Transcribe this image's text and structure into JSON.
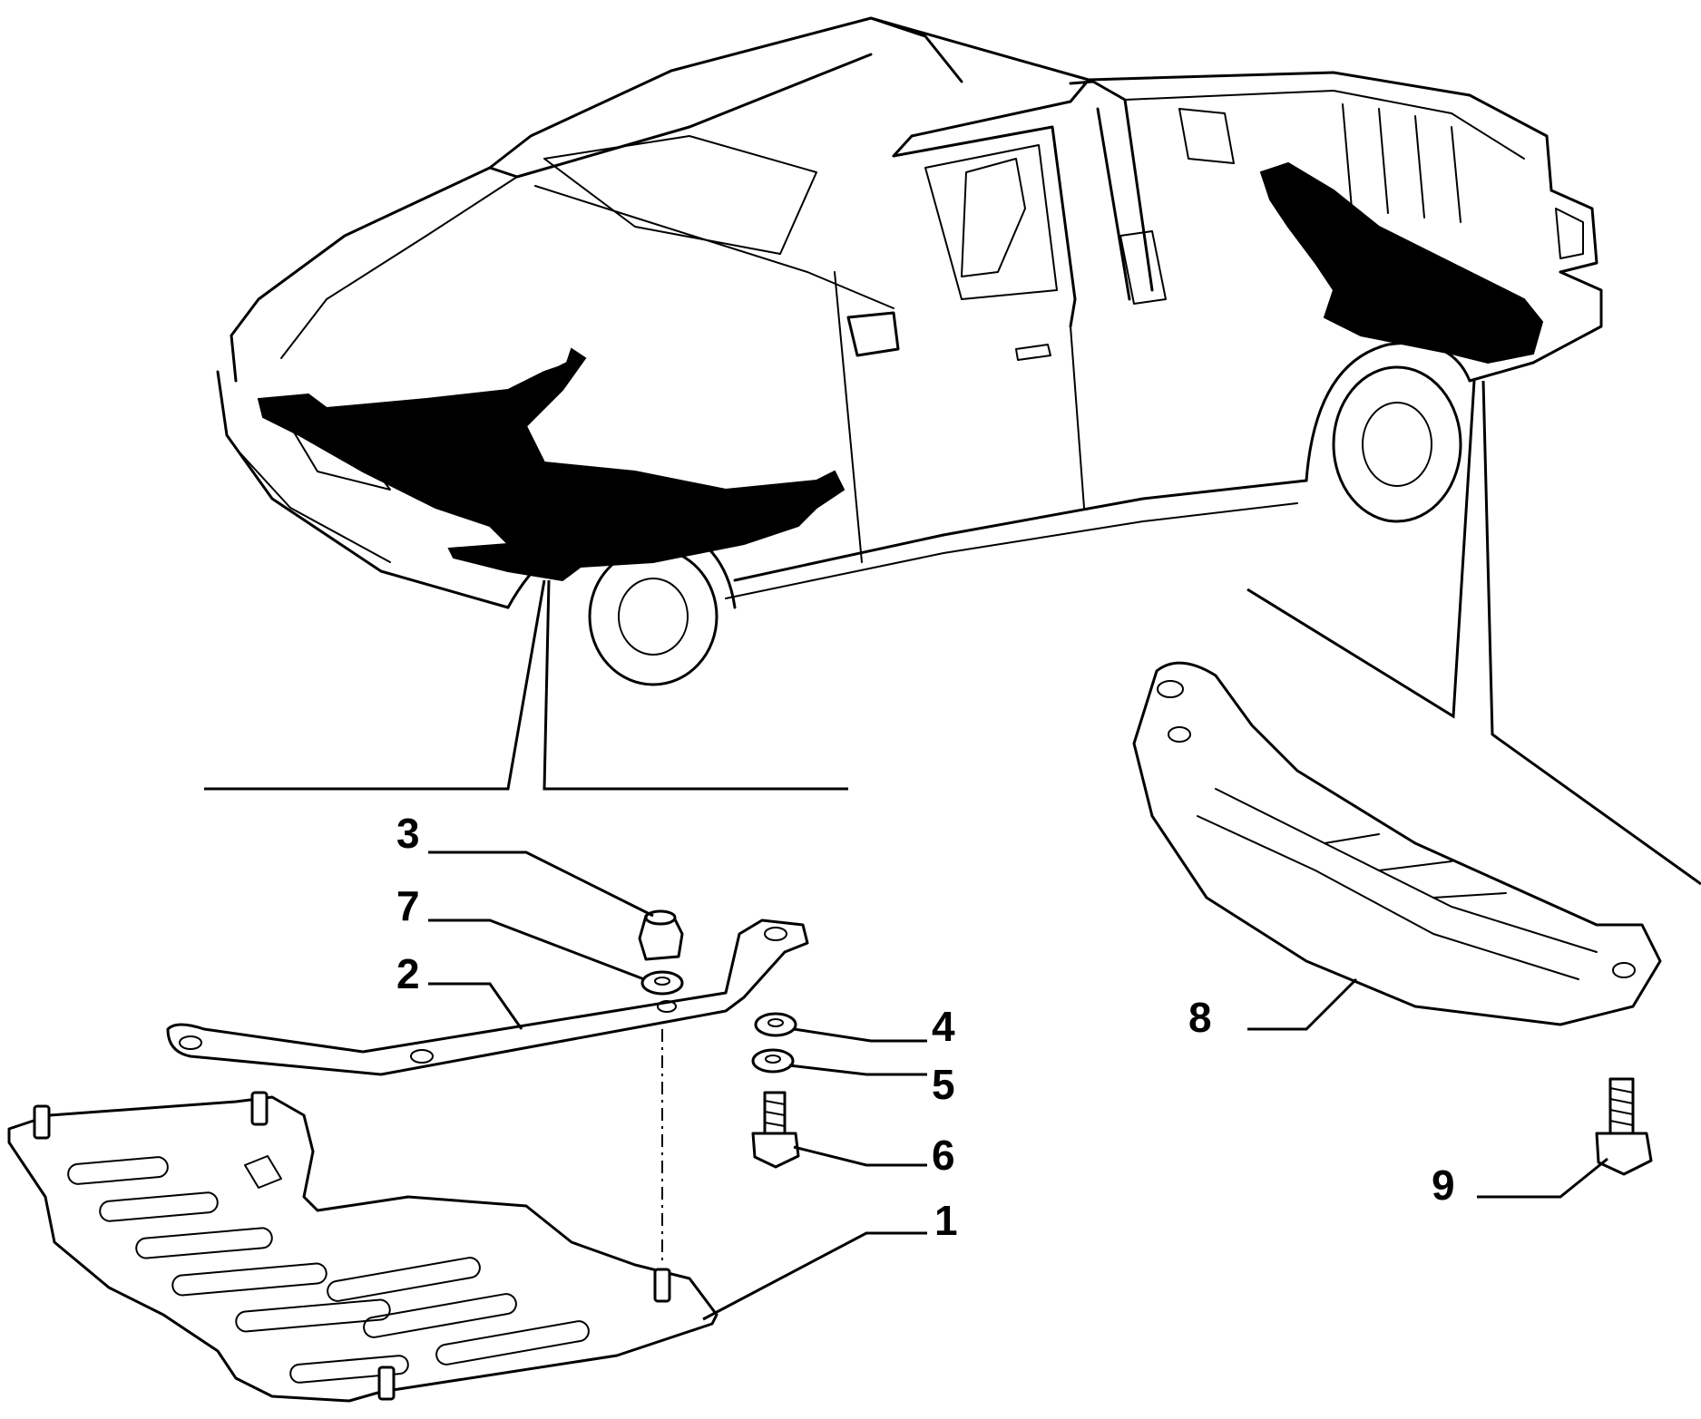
{
  "callouts": [
    {
      "id": "1",
      "label": "1"
    },
    {
      "id": "2",
      "label": "2"
    },
    {
      "id": "3",
      "label": "3"
    },
    {
      "id": "4",
      "label": "4"
    },
    {
      "id": "5",
      "label": "5"
    },
    {
      "id": "6",
      "label": "6"
    },
    {
      "id": "7",
      "label": "7"
    },
    {
      "id": "8",
      "label": "8"
    },
    {
      "id": "9",
      "label": "9"
    }
  ],
  "colors": {
    "line": "#000000",
    "background": "#ffffff",
    "highlight": "#000000"
  }
}
